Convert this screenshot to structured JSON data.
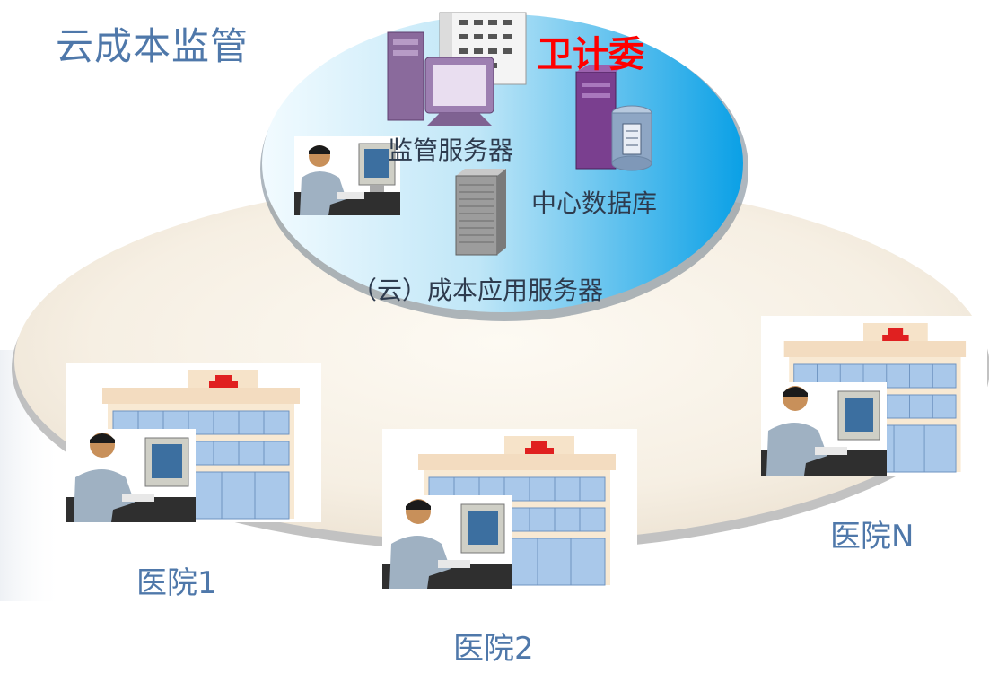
{
  "title": "云成本监管",
  "regulator": "卫计委",
  "cloud": {
    "supervision_server": "监管服务器",
    "central_database": "中心数据库",
    "app_server": "（云）成本应用服务器"
  },
  "hospitals": [
    {
      "label": "医院1"
    },
    {
      "label": "医院2"
    },
    {
      "label": "医院N"
    }
  ],
  "colors": {
    "title_blue": "#4f78aa",
    "regulator_red": "#ff0000",
    "cloud_blue": "#11a7e8",
    "hospital_cross": "#e02020"
  }
}
